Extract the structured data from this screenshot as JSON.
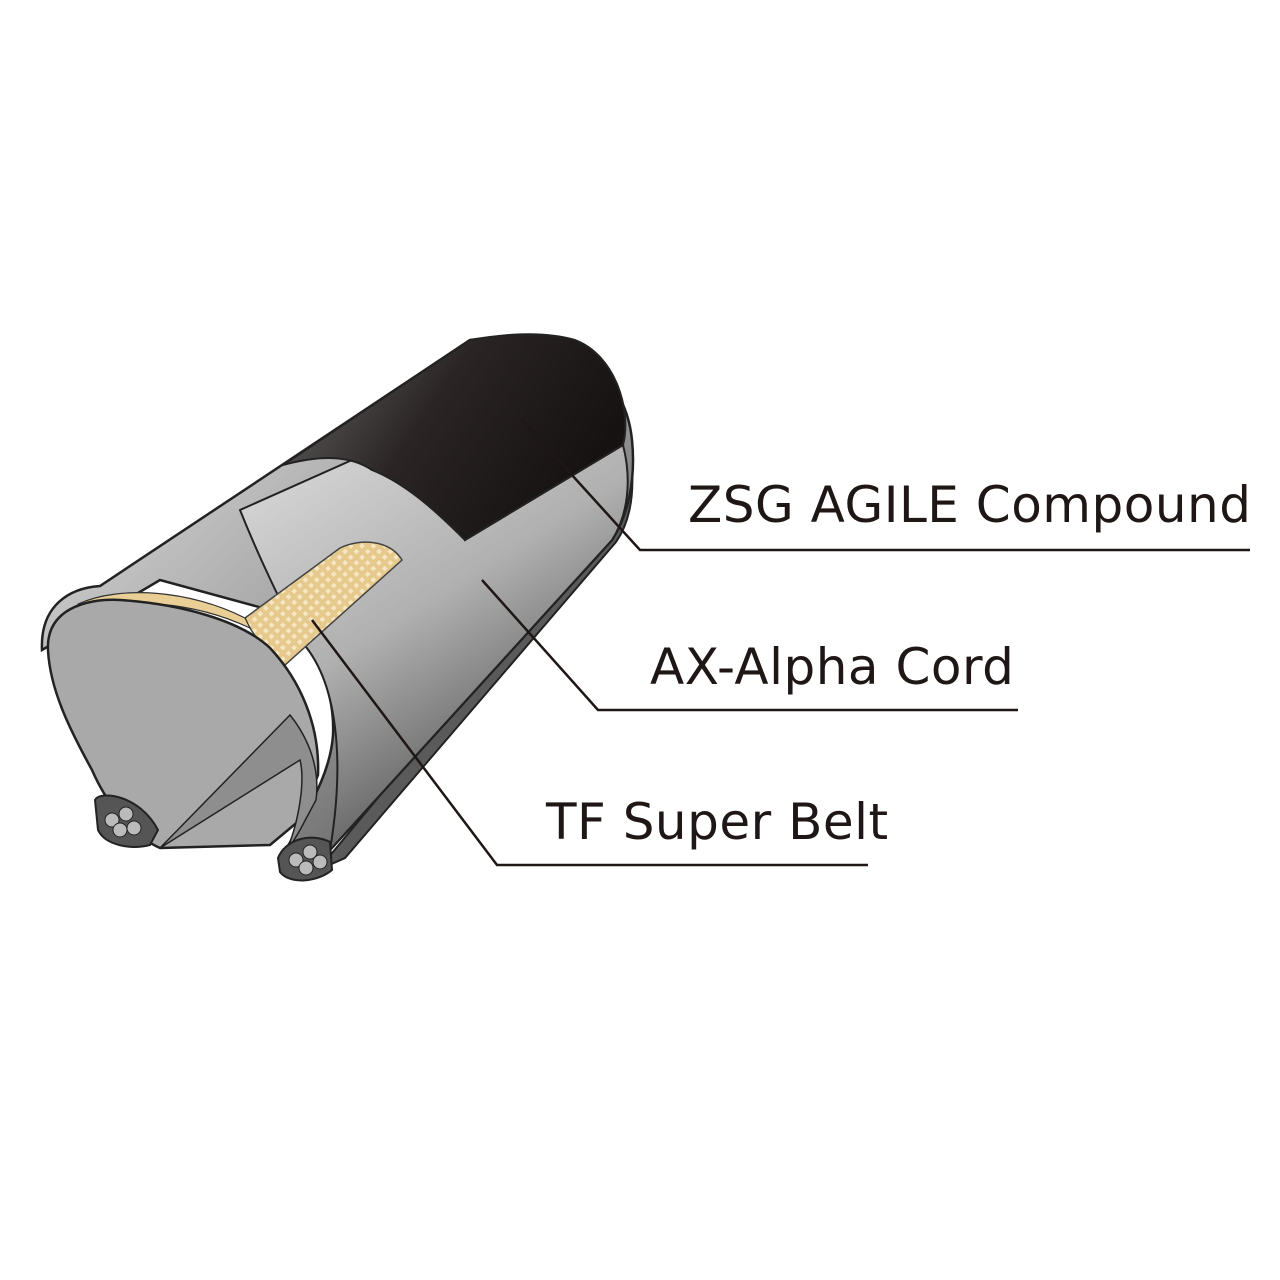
{
  "diagram": {
    "labels": [
      {
        "id": "tread",
        "text": "ZSG AGILE Compound"
      },
      {
        "id": "casing",
        "text": "AX-Alpha Cord"
      },
      {
        "id": "belt",
        "text": "TF Super Belt"
      }
    ],
    "colors": {
      "tread": "#1f1a1a",
      "casing": "#b9b9b9",
      "belt": "#e9cf95",
      "leader": "#1e1715"
    }
  }
}
